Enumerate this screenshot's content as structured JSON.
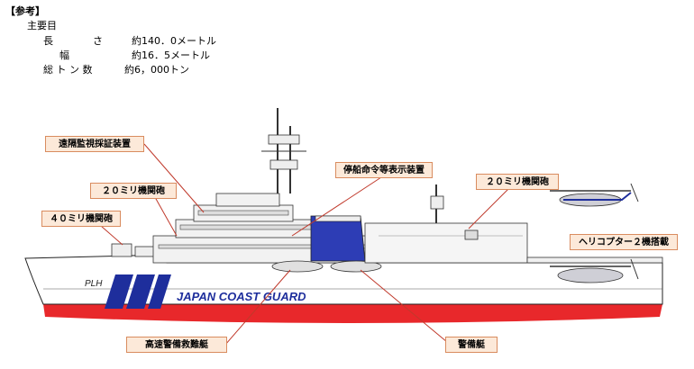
{
  "specs": {
    "header": "【参考】",
    "subheader": "主要目",
    "rows": [
      {
        "label": "長　　　　さ",
        "value": "約140．0メートル"
      },
      {
        "label": "幅",
        "value": "約16．5メートル"
      },
      {
        "label": "総 ト ン 数",
        "value": "約6，000トン"
      }
    ]
  },
  "ship": {
    "hull_code": "PLH",
    "hull_text": "JAPAN COAST GUARD"
  },
  "labels": {
    "remote_monitoring": "遠隔監視採証装置",
    "gun20_fwd": "２０ミリ機関砲",
    "gun40": "４０ミリ機関砲",
    "stop_order": "停船命令等表示装置",
    "gun20_aft": "２０ミリ機関砲",
    "helicopter": "ヘリコプター２機搭載",
    "fast_rescue": "高速警備救難艇",
    "patrol_boat": "警備艇"
  },
  "colors": {
    "label_fill": "#fce9d9",
    "label_border": "#d98c5f",
    "leader_line": "#c0392b",
    "hull_blue": "#1e2e9c",
    "hull_red": "#e8282b"
  }
}
